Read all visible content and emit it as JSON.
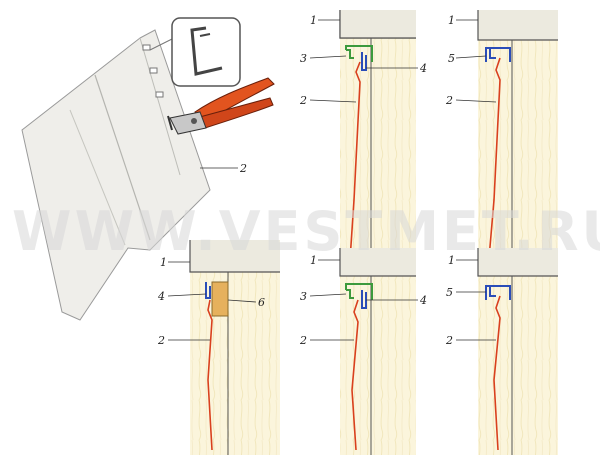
{
  "watermark": "WWW.VESTMET.RU",
  "colors": {
    "wall": "#fbf5dc",
    "wallStreak": "#efe3b5",
    "soffit": "#eceadf",
    "redPanel": "#d9401e",
    "blueStrip": "#2a4db8",
    "greenTrim": "#3c9a3c",
    "wood": "#e6b15d",
    "pliers": "#e2541f",
    "siding": "#efeeea"
  },
  "labels": {
    "l1": "1",
    "l2": "2",
    "l3": "3",
    "l4": "4",
    "l5": "5",
    "l6": "6"
  }
}
